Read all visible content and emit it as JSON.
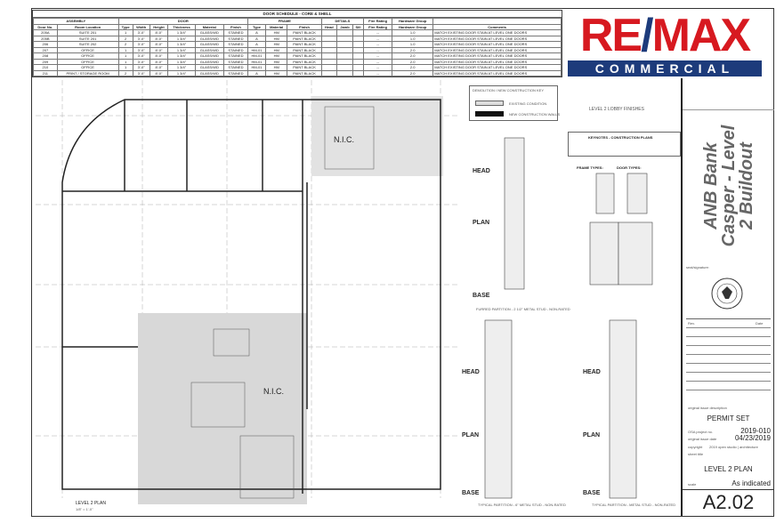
{
  "schedule": {
    "title": "DOOR SCHEDULE - CORE & SHELL",
    "groups": [
      "ASSEMBLY",
      "DOOR",
      "FRAME",
      "DETAILS",
      "Fire Rating",
      "Hardware Group",
      ""
    ],
    "headers": [
      "Door No.",
      "Room Location",
      "Type",
      "Width",
      "Height",
      "Thickness",
      "Material",
      "Finish",
      "Type",
      "Material",
      "Finish",
      "Head",
      "Jamb",
      "Sill",
      "Fire Rating",
      "Hardware Group",
      "Comments"
    ],
    "rows": [
      [
        "205A",
        "SUITE 201",
        "1",
        "3'-0\"",
        "8'-0\"",
        "1 3/4\"",
        "GLASS/WD",
        "STAINED",
        "A",
        "HM",
        "PAINT BLACK",
        "",
        "",
        "",
        "--",
        "1.0",
        "MATCH EXISTING DOOR STAIN AT LEVEL ONE DOORS"
      ],
      [
        "205B",
        "SUITE 201",
        "2",
        "3'-0\"",
        "8'-0\"",
        "1 3/4\"",
        "GLASS/WD",
        "STAINED",
        "A",
        "HM",
        "PAINT BLACK",
        "",
        "",
        "",
        "--",
        "1.0",
        "MATCH EXISTING DOOR STAIN AT LEVEL ONE DOORS"
      ],
      [
        "206",
        "SUITE 202",
        "2",
        "3'-0\"",
        "8'-0\"",
        "1 3/4\"",
        "GLASS/WD",
        "STAINED",
        "A",
        "HM",
        "PAINT BLACK",
        "",
        "",
        "",
        "--",
        "1.0",
        "MATCH EXISTING DOOR STAIN AT LEVEL ONE DOORS"
      ],
      [
        "207",
        "OFFICE",
        "1",
        "3'-0\"",
        "8'-0\"",
        "1 3/4\"",
        "GLASS/WD",
        "STAINED",
        "HM-01",
        "HM",
        "PAINT BLACK",
        "",
        "",
        "",
        "--",
        "2.0",
        "MATCH EXISTING DOOR STAIN AT LEVEL ONE DOORS"
      ],
      [
        "208",
        "OFFICE",
        "1",
        "3'-0\"",
        "8'-0\"",
        "1 3/4\"",
        "GLASS/WD",
        "STAINED",
        "HM-01",
        "HM",
        "PAINT BLACK",
        "",
        "",
        "",
        "--",
        "2.0",
        "MATCH EXISTING DOOR STAIN AT LEVEL ONE DOORS"
      ],
      [
        "209",
        "OFFICE",
        "1",
        "3'-0\"",
        "8'-0\"",
        "1 3/4\"",
        "GLASS/WD",
        "STAINED",
        "HM-01",
        "HM",
        "PAINT BLACK",
        "",
        "",
        "",
        "--",
        "2.0",
        "MATCH EXISTING DOOR STAIN AT LEVEL ONE DOORS"
      ],
      [
        "210",
        "OFFICE",
        "1",
        "3'-0\"",
        "8'-0\"",
        "1 3/4\"",
        "GLASS/WD",
        "STAINED",
        "HM-01",
        "HM",
        "PAINT BLACK",
        "",
        "",
        "",
        "--",
        "2.0",
        "MATCH EXISTING DOOR STAIN AT LEVEL ONE DOORS"
      ],
      [
        "211",
        "PRINT / STORAGE ROOM",
        "2",
        "3'-0\"",
        "8'-0\"",
        "1 3/4\"",
        "GLASS/WD",
        "STAINED",
        "A",
        "HM",
        "PAINT BLACK",
        "",
        "",
        "",
        "--",
        "2.0",
        "MATCH EXISTING DOOR STAIN AT LEVEL ONE DOORS"
      ]
    ]
  },
  "logo": {
    "brand": "RE/MAX",
    "sub": "COMMERCIAL",
    "colors": {
      "red": "#d71920",
      "blue": "#1d3b7b"
    }
  },
  "plan": {
    "nic1": "N.I.C.",
    "nic2": "N.I.C.",
    "title": "LEVEL 2 PLAN",
    "scale": "1/8\" = 1'-0\""
  },
  "details": {
    "key_title": "DEMOLITION / NEW CONSTRUCTION KEY",
    "key_existing": "EXISTING CONDITION",
    "key_new": "NEW CONSTRUCTION WALLS",
    "finishes_title": "LEVEL 2 LOBBY FINISHES",
    "keynotes_title": "KEYNOTES - CONSTRUCTION PLANS",
    "frame_types": "FRAME TYPES:",
    "door_types": "DOOR TYPES:",
    "head": "HEAD",
    "plan": "PLAN",
    "base": "BASE",
    "furred": "FURRED PARTITION - 2 1/2\" METAL STUD - NON-RATED",
    "typ1": "TYPICAL PARTITION - 6\" METAL STUD - NON-RATED",
    "typ2": "TYPICAL PARTITION - METAL STUD - NON-RATED"
  },
  "titleblock": {
    "project": "ANB Bank Casper - Level 2 Buildout",
    "seal_label": "seal/signature:",
    "rev": "Rev.",
    "date": "Date",
    "issue_desc_label": "original issue description",
    "issue_desc": "PERMIT SET",
    "project_no_label": "OSA project no.",
    "project_no": "2019-010",
    "issue_date_label": "original issue date",
    "issue_date": "04/23/2019",
    "copyright_label": "copyright",
    "copyright": "2019 open studio | architecture",
    "sheet_title_label": "sheet title",
    "sheet_title": "LEVEL 2 PLAN",
    "scale_label": "scale",
    "scale": "As indicated",
    "sheet_no": "A2.02"
  }
}
